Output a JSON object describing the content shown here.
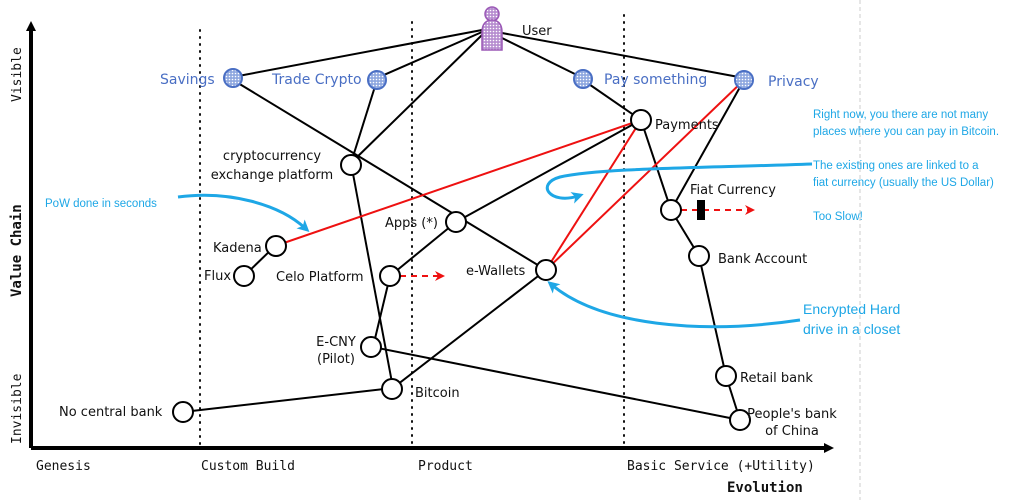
{
  "axes": {
    "y_title": "Value Chain",
    "y_top": "Visible",
    "y_bottom": "Invisible",
    "x_title": "Evolution",
    "stages": [
      "Genesis",
      "Custom Build",
      "Product",
      "Basic Service (+Utility)"
    ]
  },
  "user": {
    "label": "User",
    "color": "#9b59b6"
  },
  "needs": [
    {
      "id": "savings",
      "label": "Savings"
    },
    {
      "id": "trade",
      "label": "Trade Crypto"
    },
    {
      "id": "pay",
      "label": "Pay something"
    },
    {
      "id": "privacy",
      "label": "Privacy"
    }
  ],
  "components": [
    {
      "id": "payments",
      "label": "Payments"
    },
    {
      "id": "exchange",
      "label": "cryptocurrency exchange platform",
      "lines": [
        "cryptocurrency",
        "exchange platform"
      ]
    },
    {
      "id": "fiat",
      "label": "Fiat Currency"
    },
    {
      "id": "apps",
      "label": "Apps (*)"
    },
    {
      "id": "kadena",
      "label": "Kadena"
    },
    {
      "id": "flux",
      "label": "Flux"
    },
    {
      "id": "celo",
      "label": "Celo Platform"
    },
    {
      "id": "ewallets",
      "label": "e-Wallets"
    },
    {
      "id": "bank",
      "label": "Bank Account"
    },
    {
      "id": "ecny",
      "label": "E-CNY (Pilot)",
      "lines": [
        "E-CNY",
        "(Pilot)"
      ]
    },
    {
      "id": "bitcoin",
      "label": "Bitcoin"
    },
    {
      "id": "retail",
      "label": "Retail bank"
    },
    {
      "id": "nocentral",
      "label": "No central bank"
    },
    {
      "id": "pboc",
      "label": "People's bank of China",
      "lines": [
        "People's bank",
        "of China"
      ]
    }
  ],
  "annotations": {
    "pow": "PoW done in seconds",
    "right_now": [
      "Right now, you there are not many",
      "places where you can pay in Bitcoin."
    ],
    "existing": [
      "The existing ones are linked to a",
      "fiat currency (usually the US Dollar)"
    ],
    "too_slow": "Too Slow!",
    "hard_drive": [
      "Encrypted Hard",
      "drive in a closet"
    ]
  },
  "colors": {
    "need": "#4a6fc4",
    "annotation": "#1ea7e6",
    "highlight_link": "#ee1111",
    "link": "#000000"
  }
}
